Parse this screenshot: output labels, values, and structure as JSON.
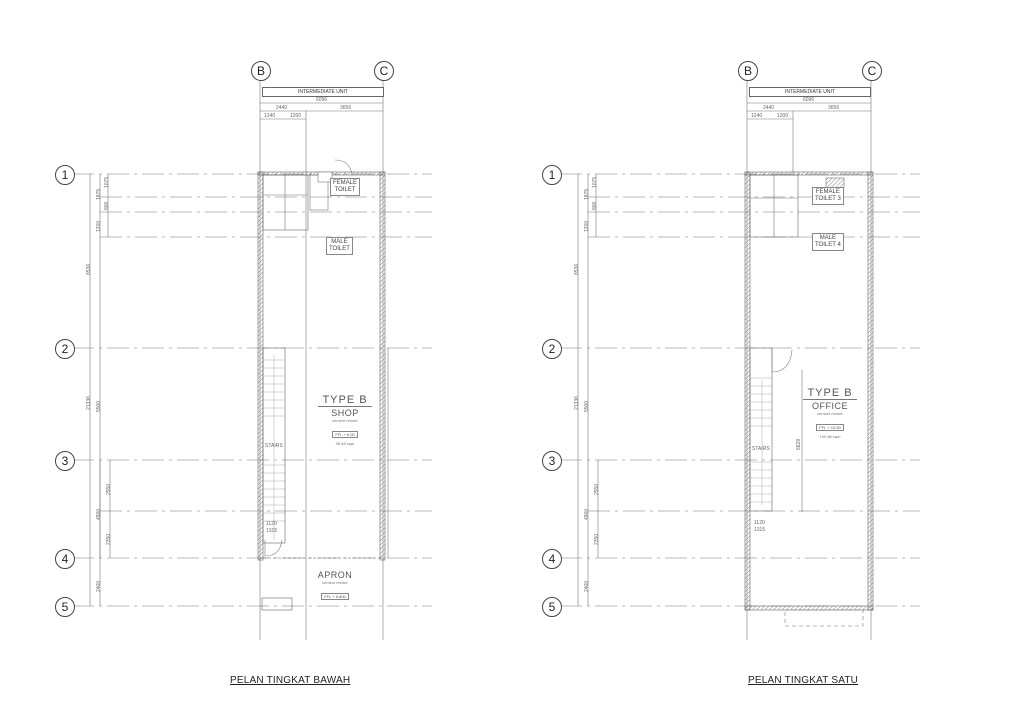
{
  "plans": [
    {
      "id": "ground",
      "title": "PELAN TINGKAT BAWAH",
      "grid_columns": [
        "B",
        "C"
      ],
      "grid_rows": [
        "1",
        "2",
        "3",
        "4",
        "5"
      ],
      "unit_label": "INTERMEDIATE UNIT",
      "horizontal_dims": {
        "overall": "6096",
        "a": "2440",
        "b": "3656",
        "c": "1240",
        "d": "1200"
      },
      "vertical_dims": {
        "d1": "8536",
        "d2": "21336",
        "d3": "5500",
        "d4": "4900",
        "d5": "2400",
        "d6": "1875",
        "d7": "1075",
        "d8": "800",
        "d9": "1200",
        "d10": "2550",
        "d11": "2350"
      },
      "rooms": {
        "female_toilet": "FEMALE\nTOILET",
        "male_toilet": "MALE\nTOILET",
        "main_type": "TYPE B",
        "main_use": "SHOP",
        "main_finish": "cement render",
        "main_ffl": "FFL + 6.00",
        "main_area": "98.88 sqm",
        "stairs": "STAIRS",
        "apron": "APRON",
        "apron_finish": "cement render",
        "apron_ffl": "FFL + 5.800"
      },
      "stair_dims": {
        "a": "1120",
        "b": "1315"
      }
    },
    {
      "id": "first",
      "title": "PELAN TINGKAT SATU",
      "grid_columns": [
        "B",
        "C"
      ],
      "grid_rows": [
        "1",
        "2",
        "3",
        "4",
        "5"
      ],
      "unit_label": "INTERMEDIATE UNIT",
      "horizontal_dims": {
        "overall": "6096",
        "a": "2440",
        "b": "3656",
        "c": "1240",
        "d": "1200"
      },
      "vertical_dims": {
        "d1": "8536",
        "d2": "21336",
        "d3": "5500",
        "d4": "4900",
        "d5": "2400",
        "d6": "1875",
        "d7": "1075",
        "d8": "800",
        "d9": "1200",
        "d10": "2550",
        "d11": "2350"
      },
      "rooms": {
        "female_toilet": "FEMALE\nTOILET 3",
        "male_toilet": "MALE\nTOILET 4",
        "main_type": "TYPE B",
        "main_use": "OFFICE",
        "main_finish": "cement render",
        "main_ffl": "FFL + 10.50",
        "main_area": "109.86 sqm",
        "stairs": "STAIRS",
        "office_dim": "6828"
      },
      "stair_dims": {
        "a": "1120",
        "b": "1315"
      }
    }
  ]
}
